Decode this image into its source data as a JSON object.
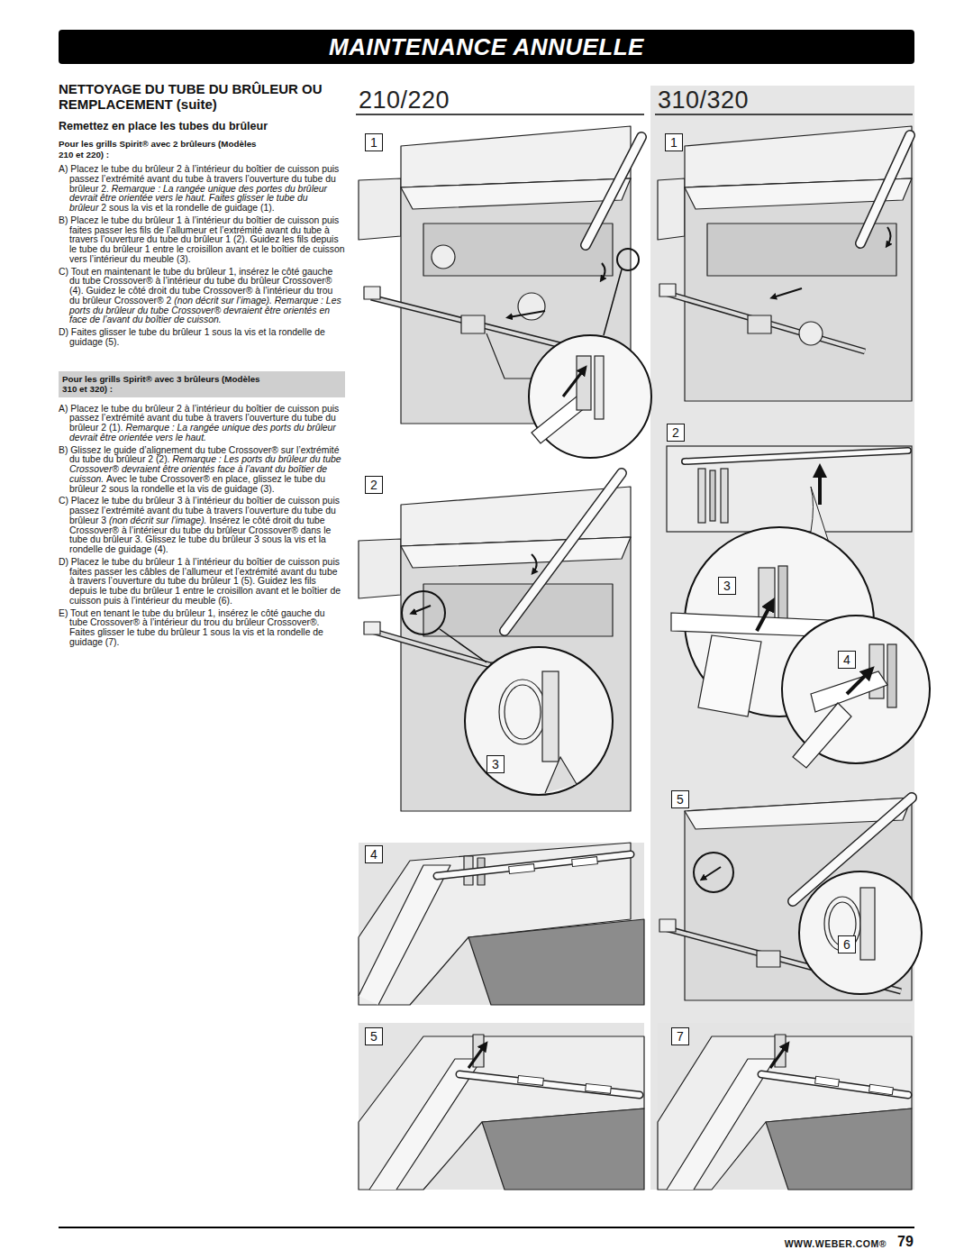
{
  "diagram": {
    "title": "MAINTENANCE ANNUELLE",
    "nodes": [
      {
        "text": [
          "Pour les grills Spirit® avec 3 brûleurs (Modèles 310 et 320) :"
        ]
      }
    ],
    "labels": [
      "NETTOYAGE DU TUBE DU BRÛLEUR OU REMPLACEMENT (suite)",
      "Remettez en place les tubes du brûleur",
      "Pour les grills Spirit® avec 2 brûleurs (Modèles 210 et 220) :",
      "A) Placez le tube du brûleur 2 à l’intérieur du boîtier de cuisson puis passez l’extrémité avant du tube à travers l’ouverture du tube du brûleur 2.",
      "Remarque : La rangée unique des portes du brûleur devrait être orientée vers le haut. Faites glisser le tube du brûleur",
      "2 sous la vis et la rondelle de guidage (1).",
      "B) Placez le tube du brûleur 1 à l’intérieur du boîtier de cuisson puis faites passer les fils de l’allumeur et l’extrémité avant du tube à travers l’ouverture du tube du brûleur 1 (2). Guidez les fils depuis le tube du brûleur 1 entre le croisillon avant et le boîtier de cuisson vers l’intérieur du meuble (3).",
      "C) Tout en maintenant le tube du brûleur 1, insérez le côté gauche du tube Crossover® à l’intérieur du tube du brûleur Crossover® (4). Guidez le côté droit du tube Crossover® à l’intérieur du trou du brûleur Crossover® 2",
      "(non décrit sur l’image). Remarque : Les ports du brûleur du tube Crossover® devraient être orientés en face de l’avant du boîtier de cuisson.",
      "D) Faites glisser le tube du brûleur 1 sous la vis et la rondelle de guidage (5).",
      "A) Placez le tube du brûleur 2 à l’intérieur du boîtier de cuisson puis passez l’extrémité avant du tube à travers l’ouverture du tube du brûleur 2 (1).",
      "Remarque : La rangée unique des ports du brûleur devrait être orientée vers le haut.",
      "B) Glissez le guide d’alignement du tube Crossover® sur l’extrémité du tube du brûleur 2 (2).",
      "Remarque : Les ports du brûleur du tube Crossover® devraient être orientés face à l’avant du boîtier de cuisson.",
      "Avec le tube Crossover® en place, glissez le tube du brûleur 2 sous la rondelle et la vis de guidage (3).",
      "C) Placez le tube du brûleur 3 à l’intérieur du boîtier de cuisson puis passez l’extrémité avant du tube à travers l’ouverture du tube du brûleur 3",
      "(non décrit sur l’image).",
      "Insérez le côté droit du tube Crossover® à l’intérieur du tube du brûleur Crossover® dans le tube du brûleur 3. Glissez le tube du brûleur 3 sous la vis et la rondelle de guidage (4).",
      "D) Placez le tube du brûleur 1 à l’intérieur du boîtier de cuisson puis faites passer les câbles de l’allumeur et l’extrémité avant du tube à travers l’ouverture du tube du brûleur 1 (5). Guidez les fils depuis le tube du brûleur 1 entre le croisillon avant et le boîtier de cuisson puis à l’intérieur du meuble (6).",
      "E) Tout en tenant le tube du brûleur 1, insérez le côté gauche du tube Crossover® à l’intérieur du trou du brûleur Crossover®. Faites glisser le tube du brûleur 1 sous la vis et la rondelle de guidage (7).",
      "210/220",
      "310/320",
      "1",
      "2",
      "3",
      "4",
      "5",
      "1",
      "2",
      "3",
      "4",
      "5",
      "6",
      "7",
      "WWW.WEBER.COM®",
      "79"
    ]
  }
}
